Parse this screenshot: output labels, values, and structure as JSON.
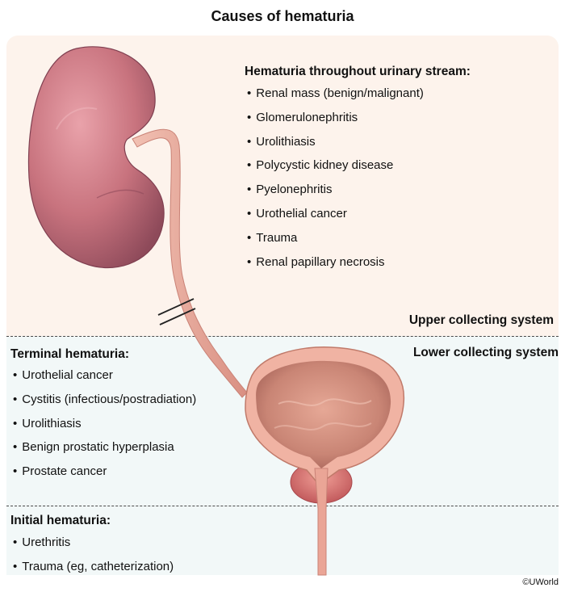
{
  "title": "Causes of hematuria",
  "upper": {
    "heading": "Hematuria throughout urinary stream:",
    "items": [
      "Renal mass (benign/malignant)",
      "Glomerulonephritis",
      "Urolithiasis",
      "Polycystic kidney disease",
      "Pyelonephritis",
      "Urothelial cancer",
      "Trauma",
      "Renal papillary necrosis"
    ],
    "region_label": "Upper collecting system"
  },
  "lower": {
    "region_label": "Lower collecting system",
    "terminal": {
      "heading": "Terminal hematuria:",
      "items": [
        "Urothelial cancer",
        "Cystitis (infectious/postradiation)",
        "Urolithiasis",
        "Benign prostatic hyperplasia",
        "Prostate cancer"
      ]
    },
    "initial": {
      "heading": "Initial hematuria:",
      "items": [
        "Urethritis",
        "Trauma (eg, catheterization)"
      ]
    }
  },
  "copyright": "©UWorld",
  "colors": {
    "upper_background": "#fdf3ec",
    "lower_background": "#f2f8f8",
    "kidney": "#c8737e",
    "ureter": "#e8a79a",
    "bladder": "#f0b3a3",
    "prostate": "#d9706f"
  },
  "icons": [
    "kidney-illustration",
    "ureter-illustration",
    "bladder-illustration",
    "prostate-illustration",
    "urethra-illustration"
  ]
}
